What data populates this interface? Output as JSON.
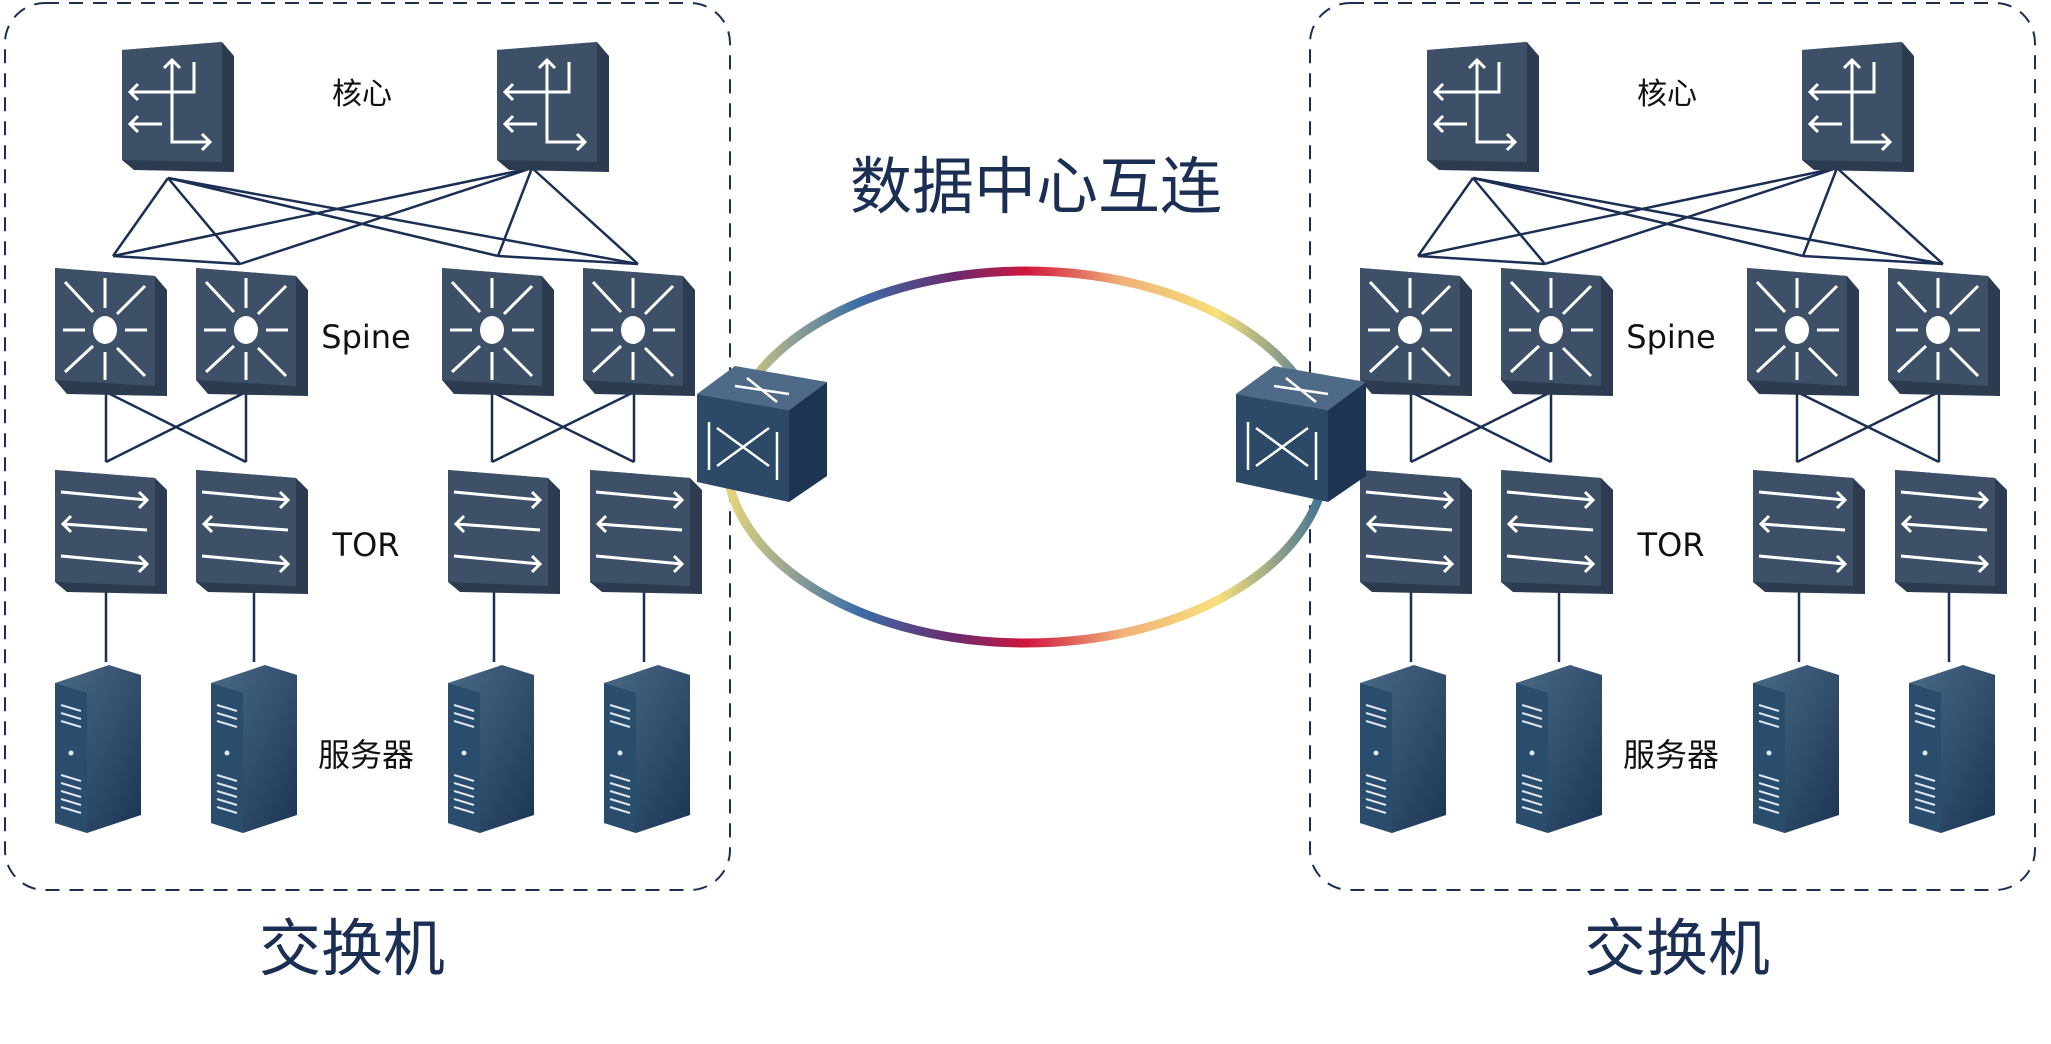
{
  "title": "数据中心互连",
  "left_dc": {
    "footer": "交换机",
    "core_label": "核心",
    "spine_label": "Spine",
    "tor_label": "TOR",
    "server_label": "服务器"
  },
  "right_dc": {
    "footer": "交换机",
    "core_label": "核心",
    "spine_label": "Spine",
    "tor_label": "TOR",
    "server_label": "服务器"
  },
  "colors": {
    "device": "#3d5068",
    "device_side": "#2c3b50",
    "line": "#1b2f55",
    "ring": [
      "#f6df7a",
      "#2a5d9f",
      "#c8143c"
    ]
  },
  "icons": [
    "core-switch-icon",
    "spine-switch-icon",
    "tor-switch-icon",
    "server-icon",
    "dci-router-icon"
  ]
}
